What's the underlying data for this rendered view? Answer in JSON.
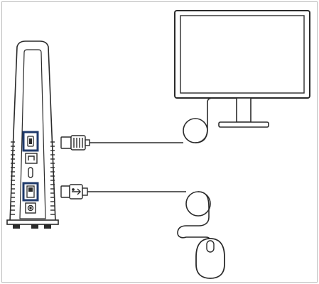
{
  "diagram": {
    "components": [
      {
        "id": "tower-device",
        "kind": "device"
      },
      {
        "id": "monitor",
        "kind": "display"
      },
      {
        "id": "mouse",
        "kind": "peripheral"
      },
      {
        "id": "hdmi-port",
        "kind": "port",
        "highlighted": true
      },
      {
        "id": "ethernet-port",
        "kind": "port"
      },
      {
        "id": "usb-c-port",
        "kind": "port"
      },
      {
        "id": "usb-a-port",
        "kind": "port",
        "highlighted": true
      },
      {
        "id": "dc-in-port",
        "kind": "port"
      },
      {
        "id": "hdmi-plug",
        "kind": "connector"
      },
      {
        "id": "usb-a-plug",
        "kind": "connector"
      }
    ],
    "connections": [
      {
        "from": "hdmi-port",
        "to": "monitor",
        "cable": "hdmi"
      },
      {
        "from": "usb-a-port",
        "to": "mouse",
        "cable": "usb"
      }
    ],
    "colors": {
      "line": "#2b2b2b",
      "highlight": "#1f3a6b",
      "frame": "#bdbdbd",
      "background": "#ffffff"
    }
  }
}
